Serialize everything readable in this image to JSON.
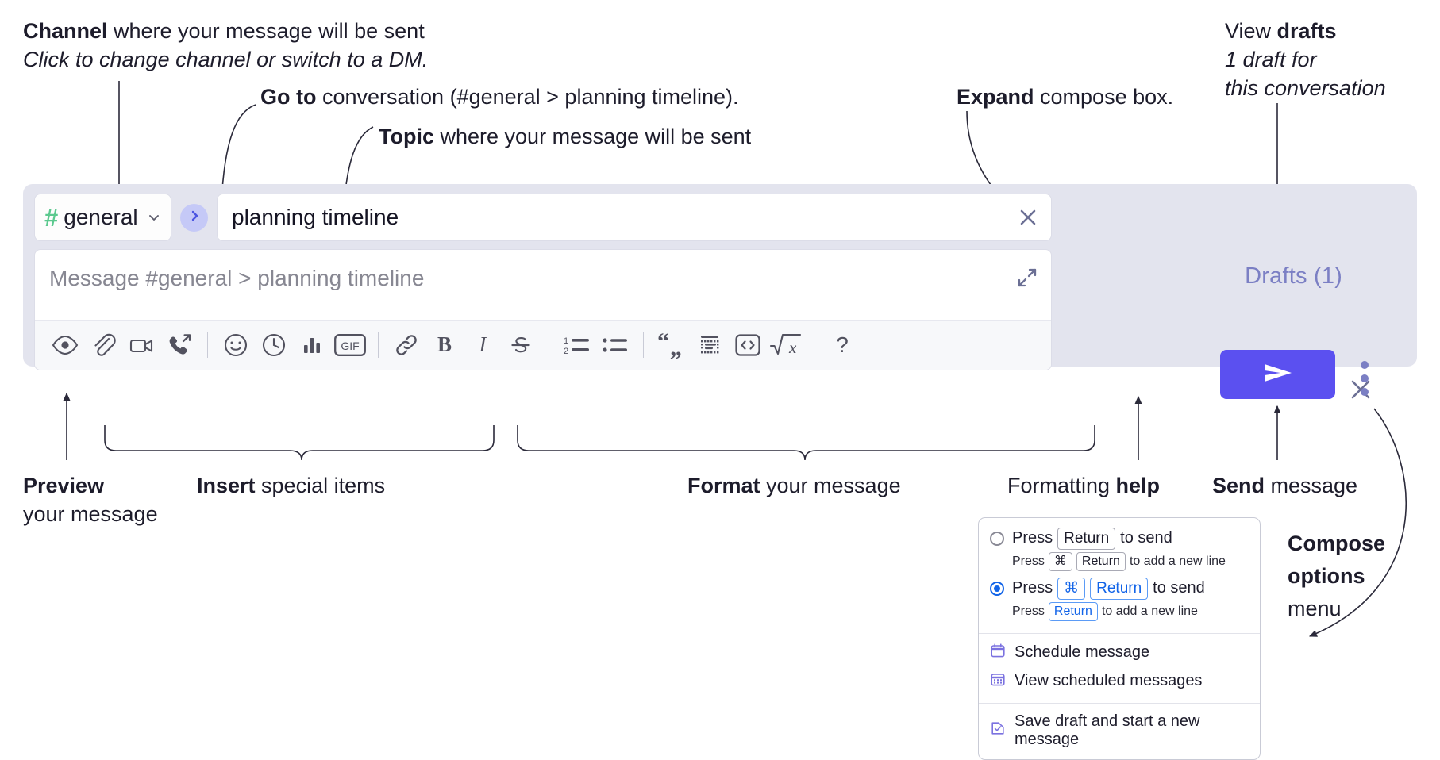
{
  "annotations": {
    "channel": {
      "line1_bold": "Channel",
      "line1_rest": " where your message will be sent",
      "line2_italic": "Click to change channel or switch to a DM."
    },
    "goto": {
      "bold": "Go to",
      "rest": " conversation (#general > planning timeline)."
    },
    "topic": {
      "bold": "Topic",
      "rest": " where your message will be sent"
    },
    "expand": {
      "bold": "Expand",
      "rest": " compose box."
    },
    "drafts": {
      "line1_plain": "View ",
      "line1_bold": "drafts",
      "line2_italic": "1 draft for",
      "line3_italic": "this conversation"
    },
    "preview": {
      "bold": "Preview",
      "rest": "your message"
    },
    "insert": {
      "bold": "Insert",
      "rest": " special items"
    },
    "format": {
      "bold": "Format",
      "rest": " your message"
    },
    "help": {
      "plain": "Formatting ",
      "bold": "help"
    },
    "send": {
      "bold": "Send",
      "rest": " message"
    },
    "compose_options": {
      "bold_line1": "Compose",
      "bold_line2": "options",
      "plain_line3": "menu"
    }
  },
  "compose": {
    "channel": {
      "hash": "#",
      "name": "general",
      "chevron_icon": "chevron-down-icon"
    },
    "goto_icon": "chevron-right-icon",
    "topic": {
      "value": "planning timeline",
      "clear_icon": "close-icon"
    },
    "message": {
      "placeholder": "Message #general > planning timeline",
      "value": "",
      "expand_icon": "expand-icon"
    },
    "toolbar": [
      {
        "name": "preview-icon",
        "label": "Preview"
      },
      {
        "name": "attachment-icon",
        "label": "Attach file"
      },
      {
        "name": "video-clip-icon",
        "label": "Record video clip"
      },
      {
        "name": "audio-clip-icon",
        "label": "Record audio clip"
      },
      {
        "name": "separator",
        "label": ""
      },
      {
        "name": "emoji-icon",
        "label": "Emoji"
      },
      {
        "name": "clock-icon",
        "label": "Reminder"
      },
      {
        "name": "poll-icon",
        "label": "Poll"
      },
      {
        "name": "gif-icon",
        "label": "GIF"
      },
      {
        "name": "separator",
        "label": ""
      },
      {
        "name": "link-icon",
        "label": "Link"
      },
      {
        "name": "bold-icon",
        "label": "B"
      },
      {
        "name": "italic-icon",
        "label": "I"
      },
      {
        "name": "strikethrough-icon",
        "label": "S"
      },
      {
        "name": "separator",
        "label": ""
      },
      {
        "name": "ordered-list-icon",
        "label": "Ordered list"
      },
      {
        "name": "bulleted-list-icon",
        "label": "Bulleted list"
      },
      {
        "name": "separator",
        "label": ""
      },
      {
        "name": "blockquote-icon",
        "label": "Blockquote"
      },
      {
        "name": "code-block-icon",
        "label": "Code block"
      },
      {
        "name": "code-icon",
        "label": "Code"
      },
      {
        "name": "latex-icon",
        "label": "LaTeX"
      },
      {
        "name": "separator",
        "label": ""
      },
      {
        "name": "formatting-help-icon",
        "label": "?"
      }
    ]
  },
  "panel": {
    "close_icon": "close-icon",
    "drafts_label": "Drafts (1)",
    "send_icon": "send-icon",
    "options_icon": "kebab-menu-icon"
  },
  "menu": {
    "options": [
      {
        "selected": false,
        "prefix": "Press",
        "keys": [
          "Return"
        ],
        "suffix": "to send",
        "sub_prefix": "Press",
        "sub_keys": [
          "⌘",
          "Return"
        ],
        "sub_suffix": "to add a new line"
      },
      {
        "selected": true,
        "prefix": "Press",
        "keys": [
          "⌘",
          "Return"
        ],
        "suffix": "to send",
        "sub_prefix": "Press",
        "sub_keys": [
          "Return"
        ],
        "sub_suffix": "to add a new line"
      }
    ],
    "items": [
      {
        "icon": "calendar-icon",
        "label": "Schedule message"
      },
      {
        "icon": "calendar-grid-icon",
        "label": "View scheduled messages"
      },
      {
        "icon": "save-draft-icon",
        "label": "Save draft and start a new message"
      }
    ]
  },
  "colors": {
    "compose_bg": "#e3e4ee",
    "send_button": "#5b50f0",
    "hash_green": "#5cc98f",
    "goto_circle": "#c5c9f7",
    "drafts_text": "#7b7fc4",
    "accent_blue": "#1264e8",
    "text": "#1d1c2b",
    "placeholder": "#878792"
  }
}
